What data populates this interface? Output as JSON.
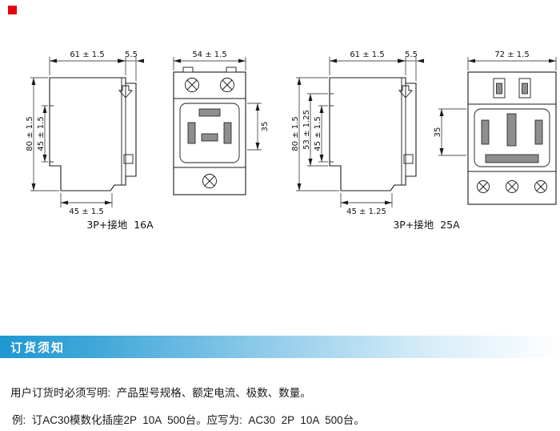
{
  "page": {
    "logo_color": "#e60012",
    "header_accent": "#1e97d2"
  },
  "drawings": {
    "side16": {
      "top_width": "61 ± 1.5",
      "front_depth": "5.5",
      "overall_height": "80 ± 1.5",
      "rail_height": "45 ± 1.5",
      "bottom_width": "45 ± 1.5"
    },
    "front16": {
      "top_width": "54 ± 1.5",
      "face_height": "35"
    },
    "label16": "3P+接地  16A",
    "side25": {
      "top_width": "61 ± 1.5",
      "front_depth": "5.5",
      "overall_height": "80 ± 1.5",
      "mid_height": "53 ± 1.25",
      "rail_height": "45 ± 1.5",
      "bottom_width": "45 ± 1.25"
    },
    "front25": {
      "top_width": "72 ± 1.5",
      "face_height": "35"
    },
    "label25": "3P+接地  25A"
  },
  "section": {
    "title": "订货须知"
  },
  "notes": {
    "line1": "用户订货时必须写明:  产品型号规格、额定电流、极数、数量。",
    "line2": "例:  订AC30模数化插座2P  10A  500台。应写为:  AC30  2P  10A  500台。"
  }
}
